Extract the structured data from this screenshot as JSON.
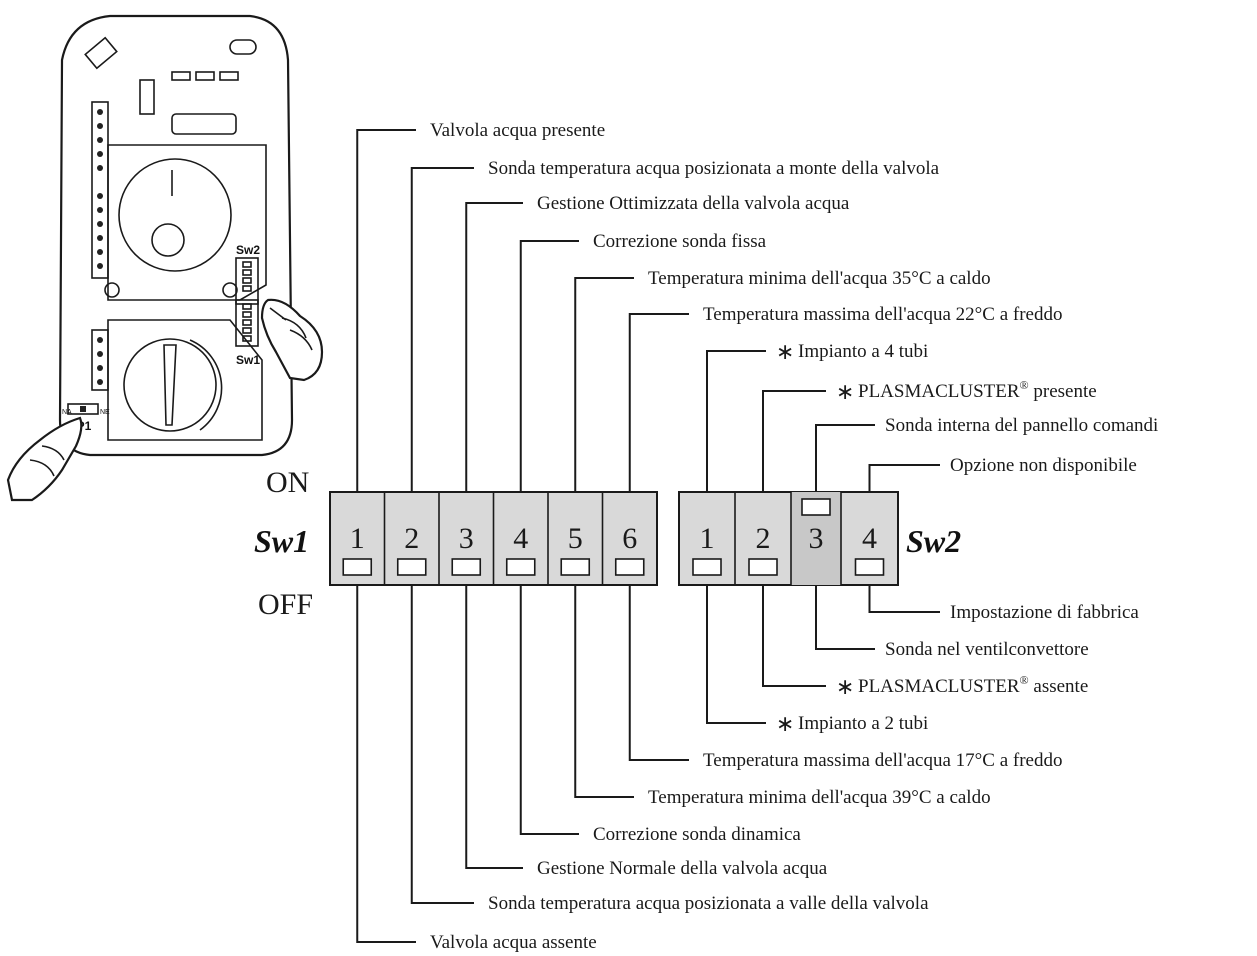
{
  "labels": {
    "on": "ON",
    "off": "OFF",
    "sw1": "Sw1",
    "sw2": "Sw2",
    "device_sw1": "Sw1",
    "device_sw2": "Sw2",
    "device_jp1": "JP1",
    "jp1_left": "NA",
    "jp1_right": "NE",
    "asterisk": "∗"
  },
  "sw1": {
    "switches": [
      {
        "number": "1",
        "on_label": "Valvola acqua presente",
        "off_label": "Valvola acqua assente"
      },
      {
        "number": "2",
        "on_label": "Sonda temperatura acqua posizionata a monte della valvola",
        "off_label": "Sonda temperatura acqua posizionata a valle della valvola"
      },
      {
        "number": "3",
        "on_label": "Gestione Ottimizzata della valvola acqua",
        "off_label": "Gestione Normale della valvola acqua"
      },
      {
        "number": "4",
        "on_label": "Correzione sonda fissa",
        "off_label": "Correzione sonda dinamica"
      },
      {
        "number": "5",
        "on_label": "Temperatura minima dell'acqua 35°C a caldo",
        "off_label": "Temperatura minima dell'acqua 39°C  a caldo"
      },
      {
        "number": "6",
        "on_label": "Temperatura massima dell'acqua 22°C a freddo",
        "off_label": "Temperatura massima dell'acqua 17°C a freddo"
      }
    ],
    "positions": [
      "off",
      "off",
      "off",
      "off",
      "off",
      "off"
    ]
  },
  "sw2": {
    "switches": [
      {
        "number": "1",
        "on_label": "Impianto a 4 tubi",
        "on_asterisk": true,
        "off_label": "Impianto a 2 tubi",
        "off_asterisk": true
      },
      {
        "number": "2",
        "on_label": "PLASMACLUSTER",
        "on_reg": "®",
        "on_suffix": " presente",
        "on_asterisk": true,
        "off_label": "PLASMACLUSTER",
        "off_reg": "®",
        "off_suffix": " assente",
        "off_asterisk": true
      },
      {
        "number": "3",
        "on_label": "Sonda interna del pannello comandi",
        "on_asterisk": false,
        "off_label": "Sonda nel ventilconvettore",
        "off_asterisk": false
      },
      {
        "number": "4",
        "on_label": "Opzione non disponibile",
        "on_asterisk": false,
        "off_label": "Impostazione di fabbrica",
        "off_asterisk": false
      }
    ],
    "positions": [
      "off",
      "off",
      "on",
      "off"
    ]
  },
  "colors": {
    "switch_bg": "#d9d9d9",
    "switch_dark": "#c8c8c8",
    "line": "#1a1a1a"
  }
}
